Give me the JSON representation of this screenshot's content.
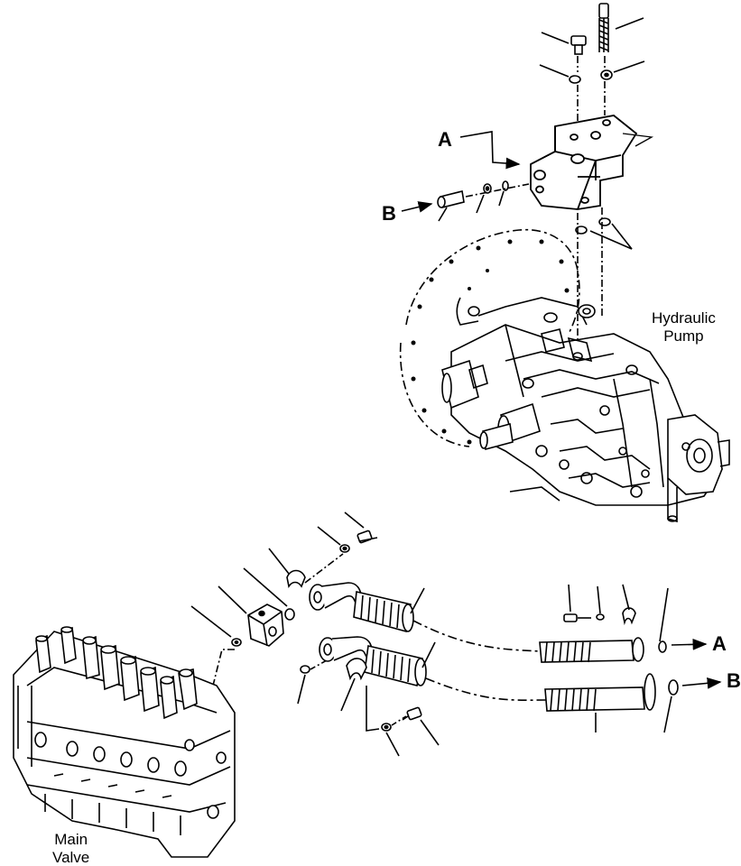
{
  "labels": {
    "callout_a_top": "A",
    "callout_b_top": "B",
    "callout_a_right": "A",
    "callout_b_right": "B",
    "pump_line1": "Hydraulic",
    "pump_line2": "Pump",
    "valve_line1": "Main",
    "valve_line2": "Valve"
  },
  "colors": {
    "ink": "#000000",
    "paper": "#ffffff"
  }
}
